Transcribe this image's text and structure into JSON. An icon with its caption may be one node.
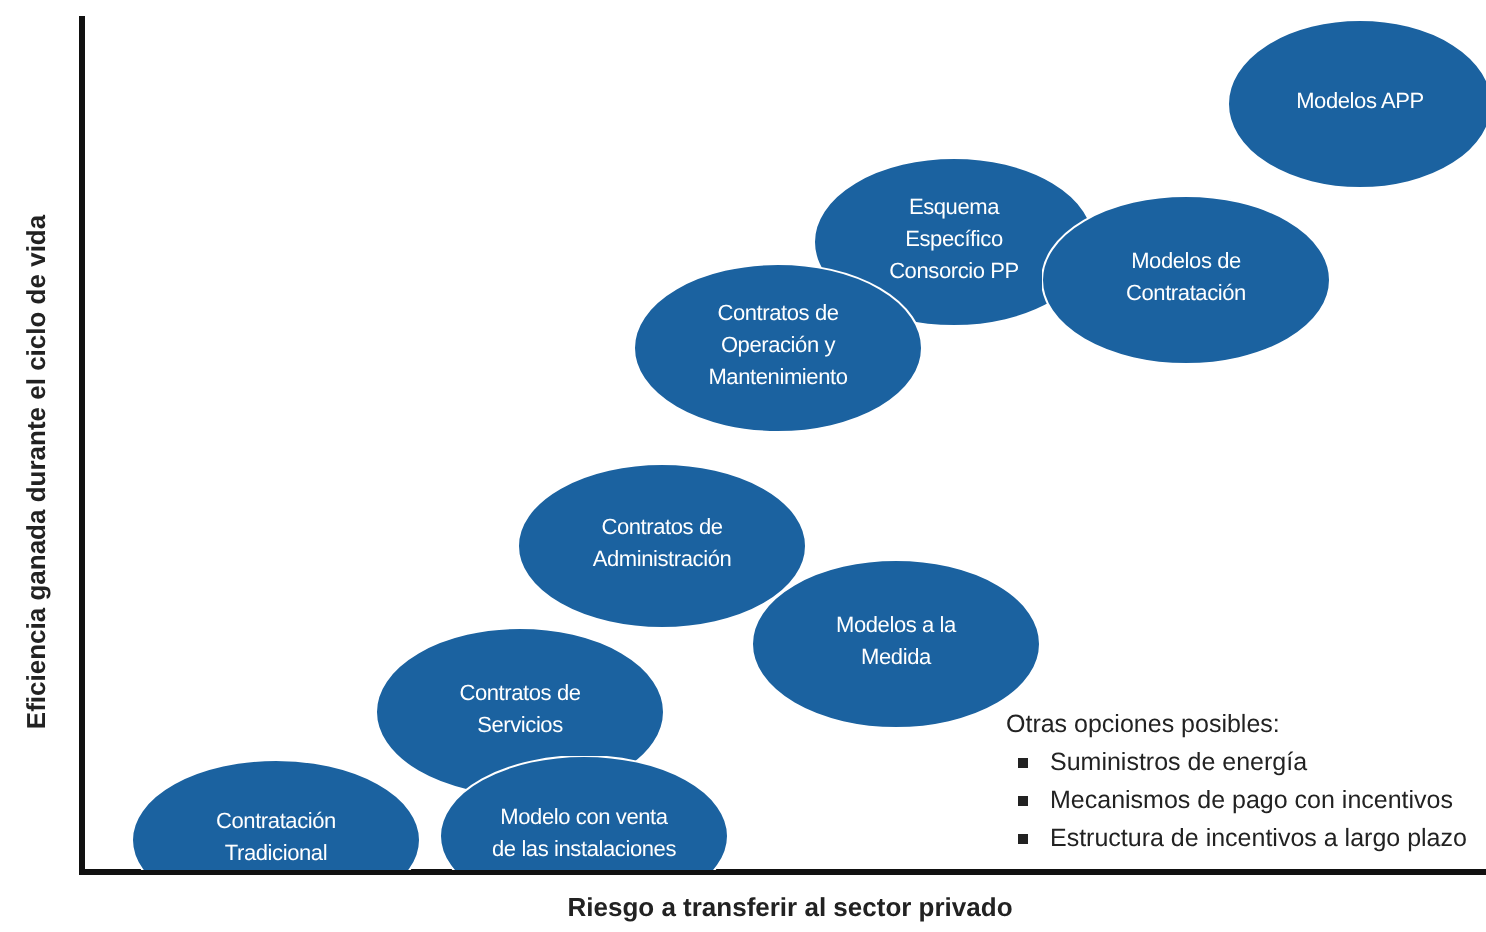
{
  "diagram": {
    "nodes": [
      {
        "text": [
          "Modelos APP"
        ]
      },
      {
        "text": [
          "Esquema Específico Consorcio PP"
        ]
      },
      {
        "text": [
          "Modelos de Contratación"
        ]
      },
      {
        "text": [
          "Contratos de Operación y Mantenimiento"
        ]
      },
      {
        "text": [
          "Contratos de Administración"
        ]
      },
      {
        "text": [
          "Modelos a la Medida"
        ]
      },
      {
        "text": [
          "Contratos de Servicios"
        ]
      },
      {
        "text": [
          "Contratación Tradicional"
        ]
      },
      {
        "text": [
          "Modelo con venta de las instalaciones"
        ]
      }
    ],
    "edges": [],
    "labels": [
      "Eficiencia ganada durante el ciclo de vida",
      "Otras opciones posibles:",
      "Suministros de energía",
      "Mecanismos de pago con incentivos",
      "Estructura de incentivos a largo plazo",
      "Riesgo a transferir al sector privado"
    ]
  }
}
